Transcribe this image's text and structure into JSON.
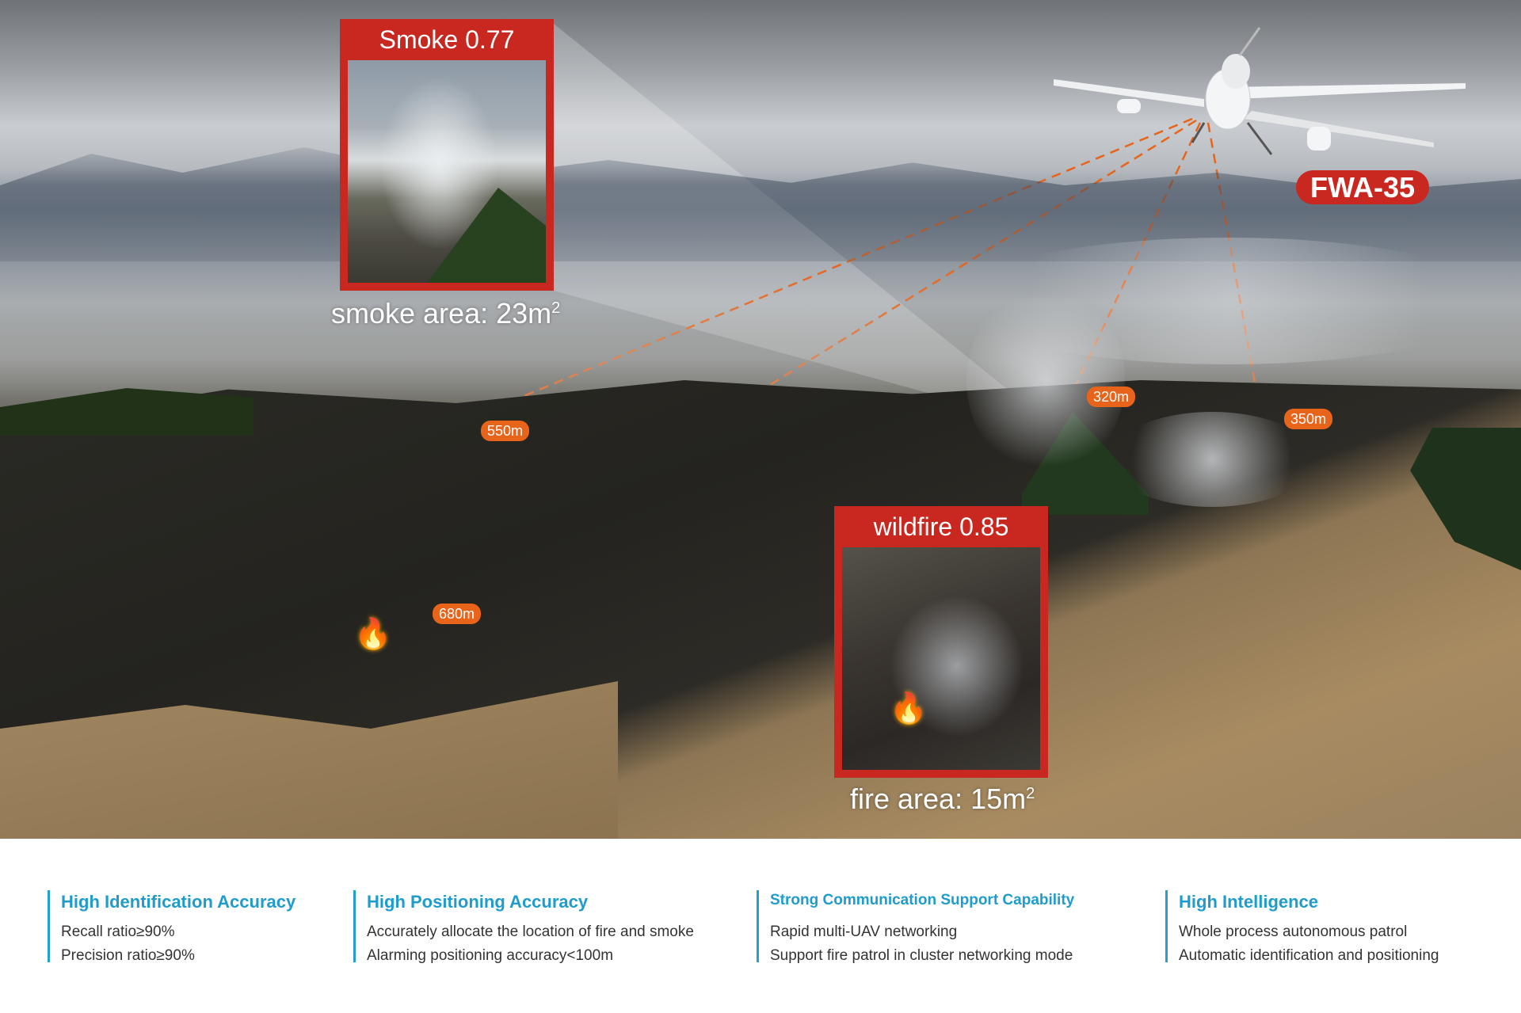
{
  "drone": {
    "model": "FWA-35"
  },
  "detections": [
    {
      "label": "Smoke 0.77",
      "area_label": "smoke area: 23m",
      "area_exp": "2"
    },
    {
      "label": "wildfire 0.85",
      "area_label": "fire area: 15m",
      "area_exp": "2"
    }
  ],
  "distances": [
    "550m",
    "680m",
    "320m",
    "350m"
  ],
  "features": [
    {
      "title": "High Identification Accuracy",
      "lines": [
        "Recall ratio≥90%",
        "Precision ratio≥90%"
      ]
    },
    {
      "title": "High Positioning Accuracy",
      "lines": [
        "Accurately allocate the location of fire and smoke",
        "Alarming positioning accuracy<100m"
      ]
    },
    {
      "title": "Strong Communication Support Capability",
      "lines": [
        "Rapid multi-UAV networking",
        "Support fire patrol in cluster networking mode"
      ]
    },
    {
      "title": "High Intelligence",
      "lines": [
        "Whole process autonomous patrol",
        "Automatic identification and positioning"
      ]
    }
  ],
  "colors": {
    "alert_red": "#c8281f",
    "distance_orange": "#e8641b",
    "accent_blue": "#1f9ccb"
  }
}
